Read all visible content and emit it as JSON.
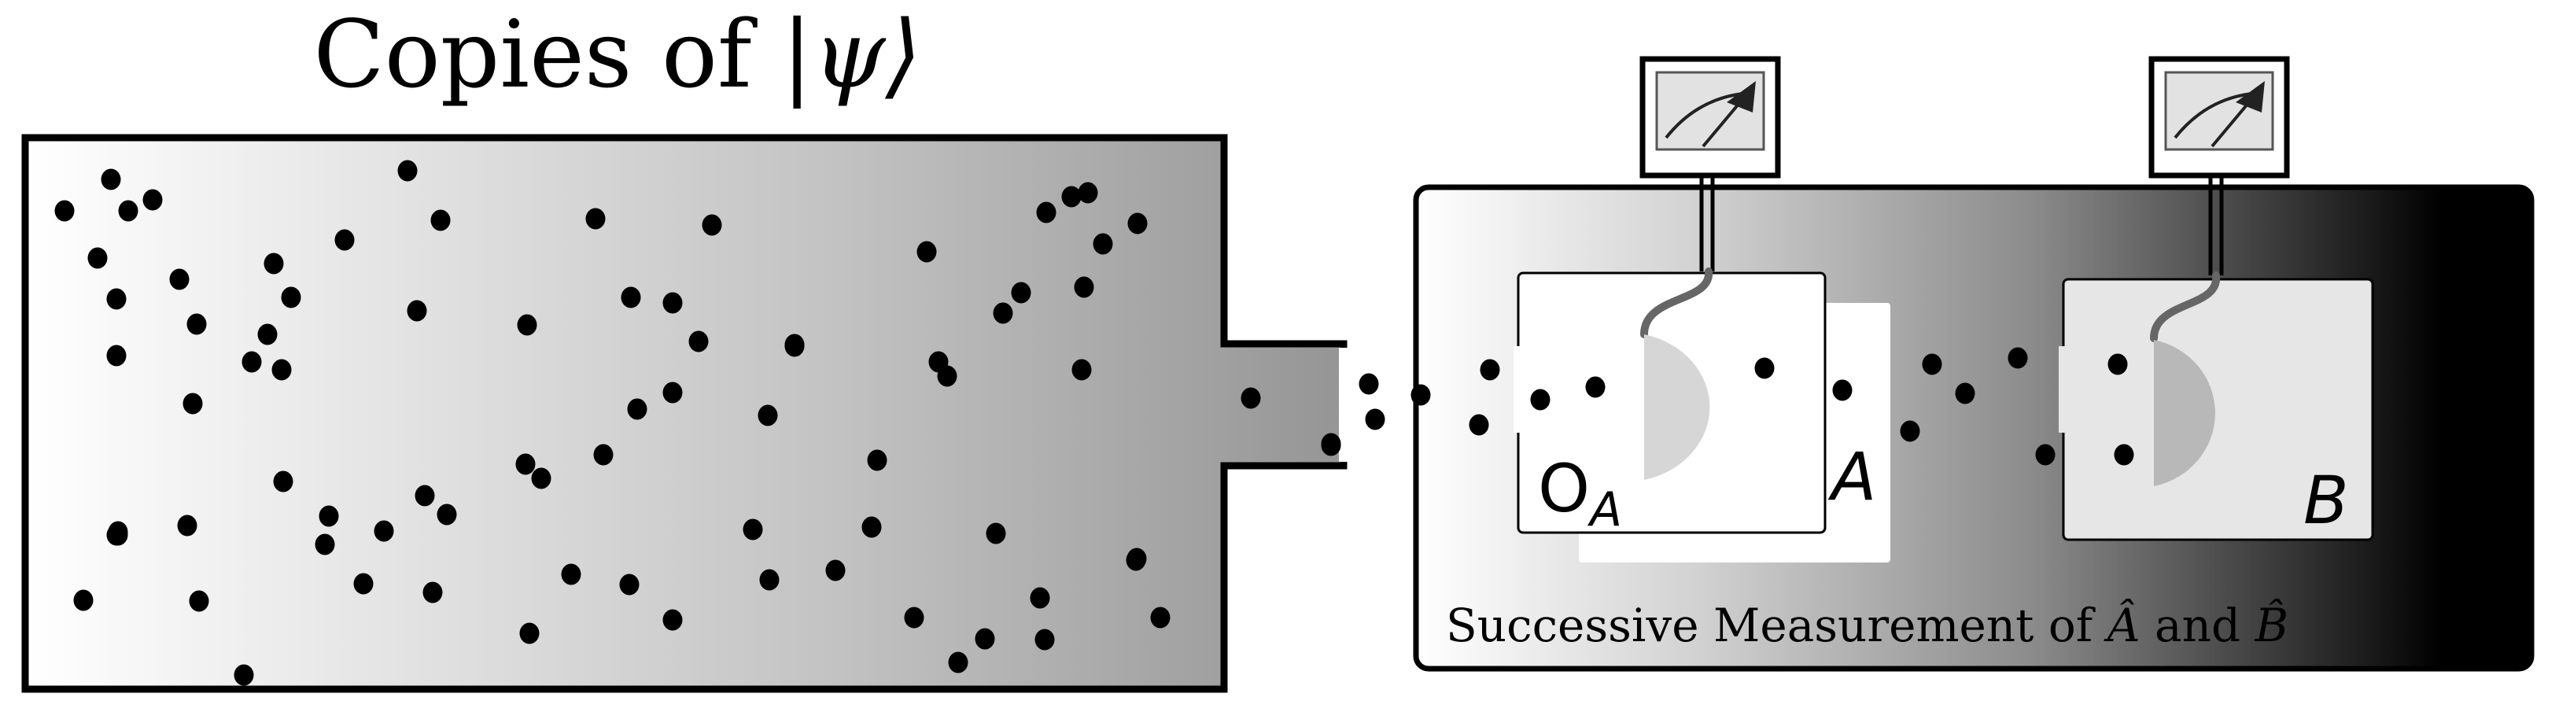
{
  "title": {
    "prefix": "Copies of ",
    "state": "|ψ⟩"
  },
  "measurement_caption": {
    "text": "Successive Measurement of ",
    "op_a": "Â",
    "and": " and ",
    "op_b": "B̂"
  },
  "labels": {
    "oa_main": "O",
    "oa_sub": "A",
    "a": "A",
    "b": "B"
  },
  "icons": {
    "meter_left": "gauge-meter-icon",
    "meter_right": "gauge-meter-icon",
    "detector_a": "half-disc-detector-icon",
    "detector_b": "half-disc-detector-icon"
  },
  "colors": {
    "ink": "#000000",
    "container_gradient_start": "#ffffff",
    "container_gradient_end": "#9a9a9a",
    "apparatus_gradient_end": "#000000",
    "detector_fill": "#d0d0d0",
    "panel_fill": "#e6e6e6"
  }
}
